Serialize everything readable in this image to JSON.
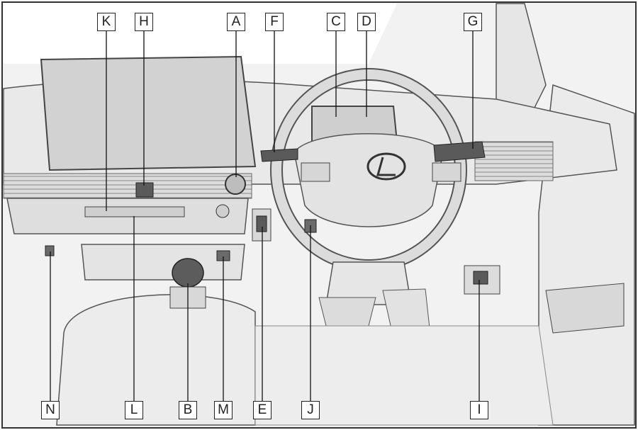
{
  "callouts": {
    "A": "A",
    "B": "B",
    "C": "C",
    "D": "D",
    "E": "E",
    "F": "F",
    "G": "G",
    "H": "H",
    "I": "I",
    "J": "J",
    "K": "K",
    "L": "L",
    "M": "M",
    "N": "N"
  },
  "emblem": "lexus-emblem",
  "colors": {
    "line": "#444444",
    "fill": "#e8e8e8",
    "screen": "#cfcfcf",
    "dark": "#6a6a6a"
  }
}
